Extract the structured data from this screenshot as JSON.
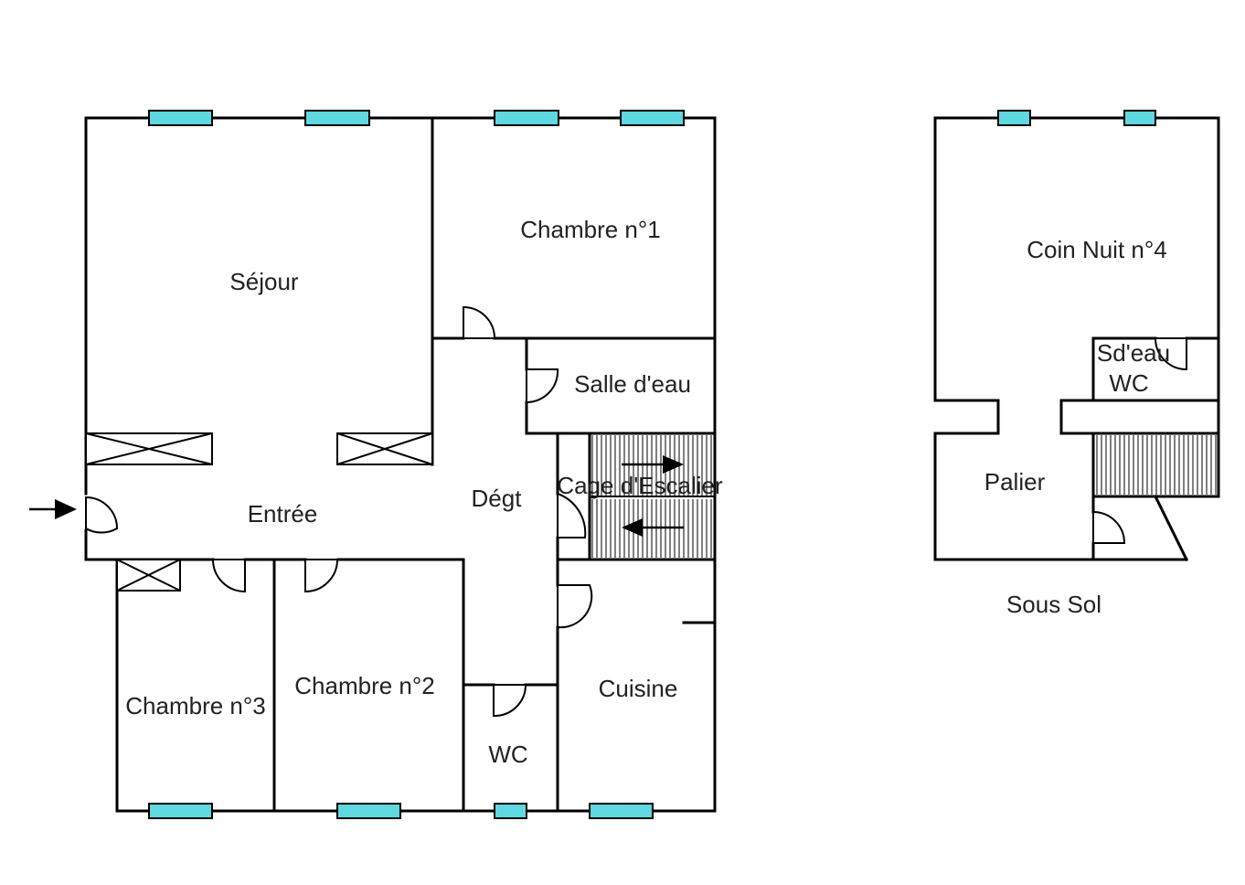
{
  "rooms": {
    "sejour": "Séjour",
    "chambre1": "Chambre n°1",
    "salle_eau": "Salle d'eau",
    "cage_escalier": "Cage d'Escalier",
    "entree": "Entrée",
    "degt": "Dégt",
    "chambre2": "Chambre n°2",
    "chambre3": "Chambre n°3",
    "wc": "WC",
    "cuisine": "Cuisine",
    "coin_nuit": "Coin Nuit n°4",
    "sdeau": "Sd'eau",
    "wc2": "WC",
    "palier": "Palier",
    "sous_sol": "Sous Sol"
  },
  "colors": {
    "window": "#5fd8e0",
    "wall": "#000000"
  }
}
